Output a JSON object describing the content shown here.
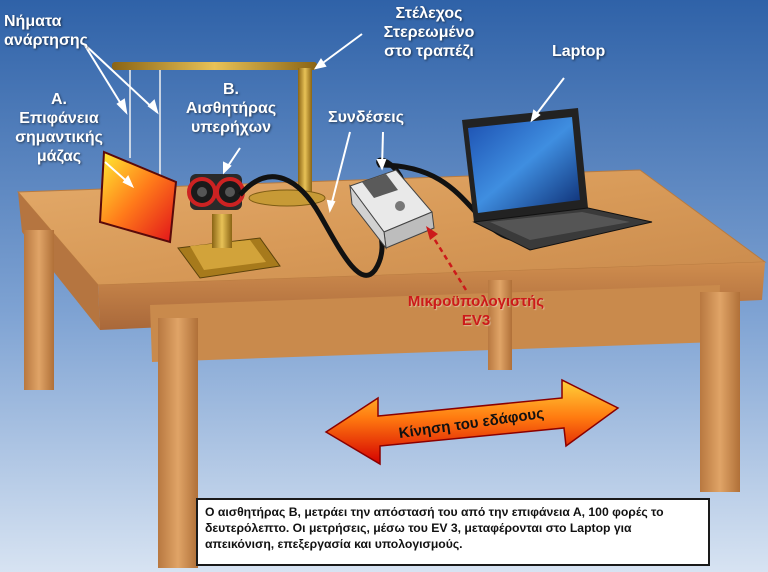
{
  "labels": {
    "threads": [
      "Νήματα",
      "ανάρτησης"
    ],
    "surface": [
      "Α.",
      "Επιφάνεια",
      "σημαντικής",
      "μάζας"
    ],
    "sensor": [
      "Β.",
      "Αισθητήρας",
      "υπερήχων"
    ],
    "rod": [
      "Στέλεχος",
      "Στερεωμένο",
      "στο τραπέζι"
    ],
    "connections": "Συνδέσεις",
    "laptop": "Laptop",
    "ev3": [
      "Μικροϋπολογιστής",
      "EV3"
    ]
  },
  "ground_motion": "Κίνηση του εδάφους",
  "caption": "Ο αισθητήρας Β, μετράει την απόστασή του από την επιφάνεια Α, 100 φορές το δευτερόλεπτο. Οι μετρήσεις, μέσω του EV 3, μεταφέρονται στο  Laptop για απεικόνιση, επεξεργασία και υπολογισμούς.",
  "colors": {
    "background_top": "#2f62a8",
    "background_bottom": "#cfdef0",
    "wood": "#d89a58",
    "wood_dark": "#b0703a",
    "ev3_label": "#cc1a1a",
    "arrow_hot": "#d40000",
    "arrow_warm": "#ffd23a"
  }
}
